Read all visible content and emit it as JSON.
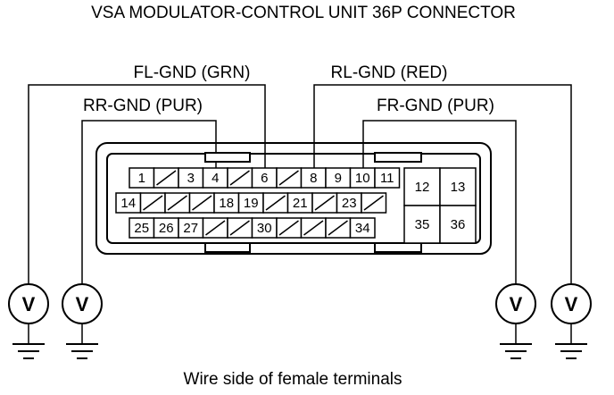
{
  "title": "VSA MODULATOR-CONTROL UNIT 36P CONNECTOR",
  "caption": "Wire side of female terminals",
  "labels": {
    "fl_gnd": "FL-GND (GRN)",
    "rl_gnd": "RL-GND (RED)",
    "rr_gnd": "RR-GND (PUR)",
    "fr_gnd": "FR-GND (PUR)"
  },
  "voltmeter_symbol": "V",
  "connector": {
    "row1": [
      "1",
      "",
      "3",
      "4",
      "",
      "6",
      "",
      "8",
      "9",
      "10",
      "11"
    ],
    "row2": [
      "14",
      "",
      "",
      "",
      "18",
      "19",
      "",
      "21",
      "",
      "23",
      ""
    ],
    "row3": [
      "25",
      "26",
      "27",
      "",
      "",
      "30",
      "",
      "",
      "",
      "34"
    ],
    "right_block": [
      [
        "12",
        "13"
      ],
      [
        "35",
        "36"
      ]
    ]
  }
}
